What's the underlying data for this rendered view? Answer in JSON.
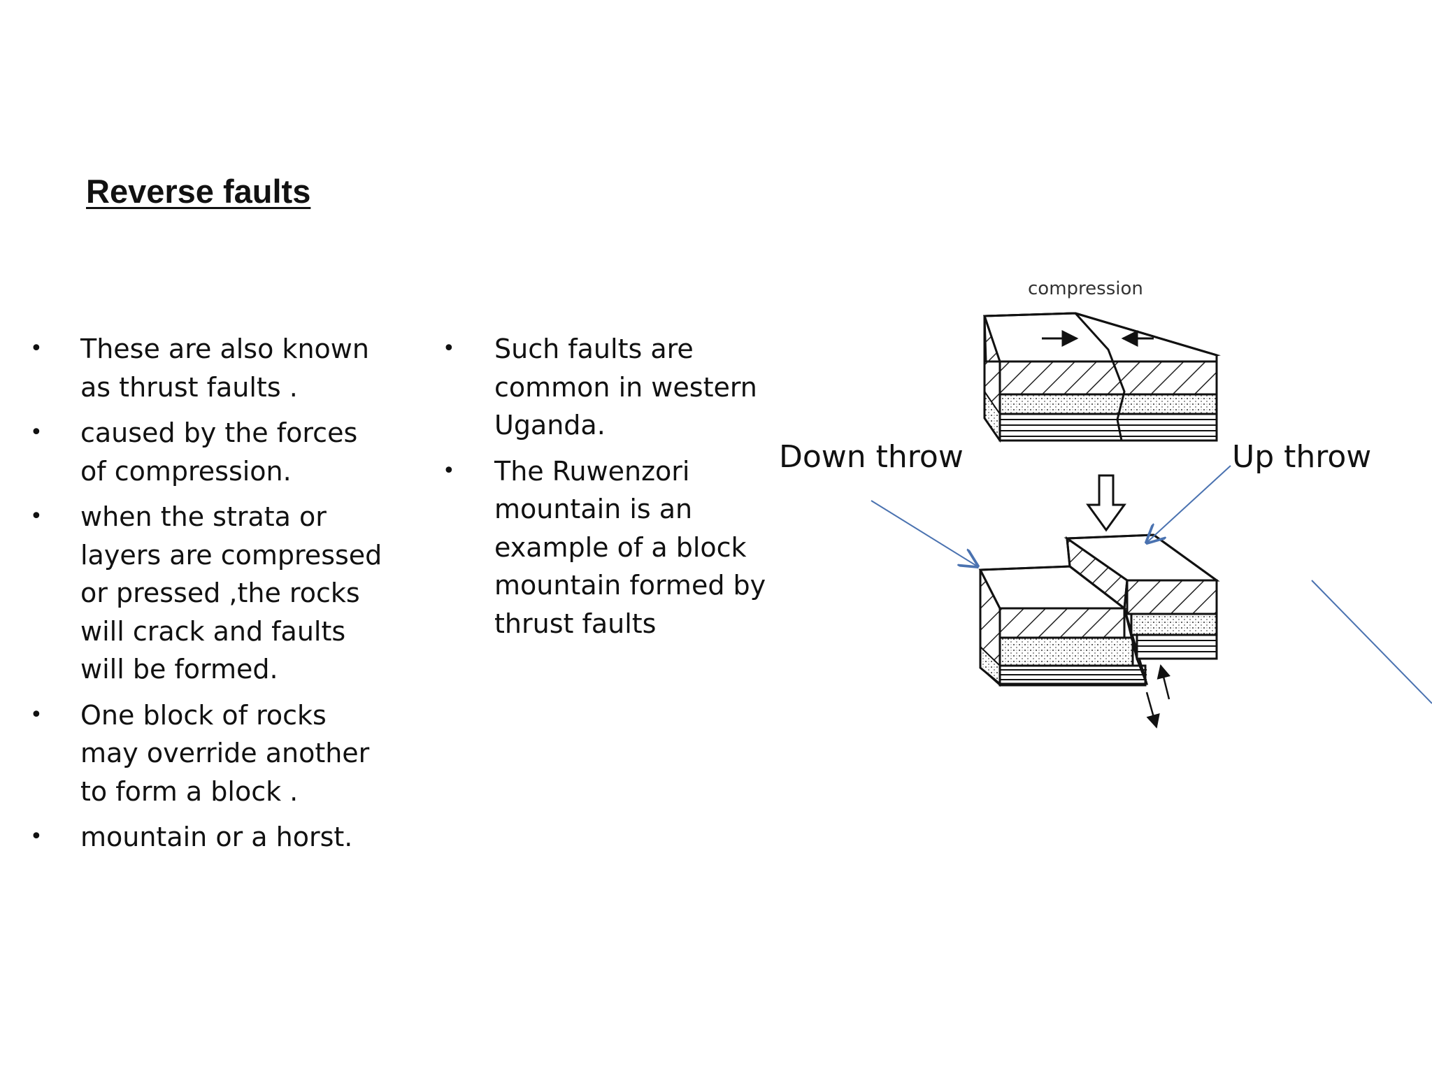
{
  "title": "Reverse faults",
  "column1": {
    "bullets": [
      "These are also known as thrust faults .",
      " caused by the forces of compression.",
      " when the strata or layers are compressed or pressed ,the rocks will crack and faults will be formed.",
      " One block of rocks may override another to form a block .",
      "mountain or a horst."
    ]
  },
  "column2": {
    "bullets": [
      " Such faults are common in western Uganda.",
      " The Ruwenzori mountain is an example of a block mountain formed by thrust faults"
    ]
  },
  "diagram": {
    "compression_label": "compression",
    "down_throw_label": "Down throw",
    "up_throw_label": "Up throw",
    "arrow_color": "#4a72b0"
  }
}
